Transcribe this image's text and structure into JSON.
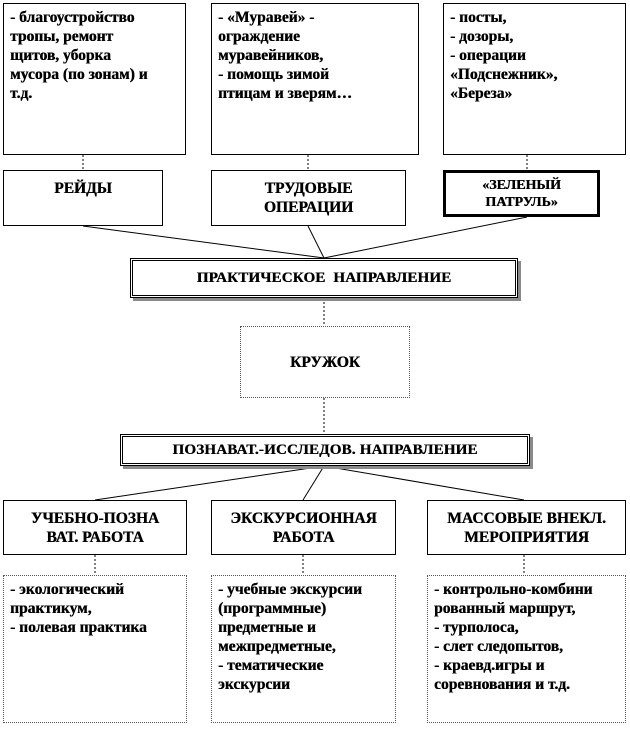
{
  "top_lists": {
    "left": [
      "- благоустройство",
      "тропы, ремонт",
      "щитов, уборка",
      "мусора (по зонам) и",
      "т.д."
    ],
    "middle": [
      "- «Муравей» -",
      "ограждение",
      "муравейников,",
      "- помощь зимой",
      "птицам и зверям…"
    ],
    "right": [
      "- посты,",
      "- дозоры,",
      "- операции",
      "«Подснежник»,",
      "«Береза»"
    ]
  },
  "top_categories": {
    "raids": "РЕЙДЫ",
    "labor_line1": "ТРУДОВЫЕ",
    "labor_line2": "ОПЕРАЦИИ",
    "green_line1": "«ЗЕЛЕНЫЙ",
    "green_line2": "ПАТРУЛЬ»"
  },
  "practical": "ПРАКТИЧЕСКОЕ  НАПРАВЛЕНИЕ",
  "club": "КРУЖОК",
  "research": "ПОЗНАВАТ.-ИССЛЕДОВ. НАПРАВЛЕНИЕ",
  "bottom_categories": {
    "edu_line1": "УЧЕБНО-ПОЗНА",
    "edu_line2": "ВАТ. РАБОТА",
    "exc_line1": "ЭКСКУРСИОННАЯ",
    "exc_line2": "РАБОТА",
    "mass_line1": "МАССОВЫЕ ВНЕКЛ.",
    "mass_line2": "МЕРОПРИЯТИЯ"
  },
  "bottom_lists": {
    "left": [
      "- экологический",
      "практикум,",
      "- полевая практика"
    ],
    "middle": [
      "- учебные экскурсии",
      "(программные)",
      "предметные и",
      "межпредметные,",
      "- тематические",
      "экскурсии"
    ],
    "right": [
      "- контрольно-комбини",
      "рованный маршрут,",
      "- турполоса,",
      "- слет следопытов,",
      "- краевд.игры и",
      "соревнования и т.д."
    ]
  }
}
